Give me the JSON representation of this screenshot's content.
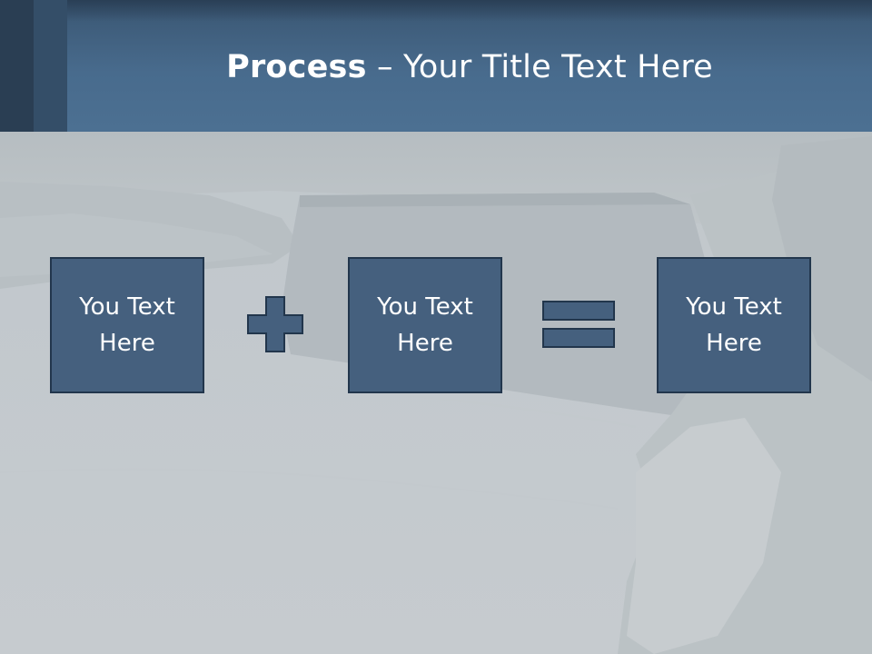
{
  "slide": {
    "title_bold": "Process",
    "title_rest": " – Your Title Text Here",
    "boxes": [
      {
        "text": "You Text Here"
      },
      {
        "text": "You Text Here"
      },
      {
        "text": "You Text Here"
      }
    ],
    "operators": [
      "plus-icon",
      "equals-icon"
    ]
  },
  "colors": {
    "header": "#486b8d",
    "box_fill": "#45607e",
    "box_border": "#22364c",
    "operator_fill": "#45607e",
    "background": "#c9ced2"
  }
}
